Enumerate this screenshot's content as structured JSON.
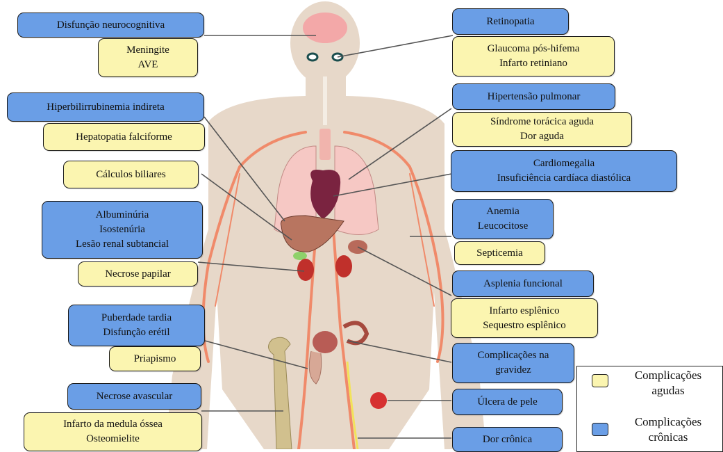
{
  "colors": {
    "chronic": "#6a9ee6",
    "acute": "#fbf5b0",
    "body": "#e7d8c9",
    "vessels": "#f08a6a",
    "organs": "#c98a7a"
  },
  "labels": {
    "disfuncao_neurocognitiva": "Disfunção neurocognitiva",
    "meningite_ave": "Meningite\nAVE",
    "hiperbilirrubinemia": "Hiperbilirrubinemia indireta",
    "hepatopatia": "Hepatopatia falciforme",
    "calculos_biliares": "Cálculos biliares",
    "albuminuria": "Albuminúria\nIsostenúria\nLesão renal subtancial",
    "necrose_papilar": "Necrose papilar",
    "puberdade": "Puberdade tardia\nDisfunção erétil",
    "priapismo": "Priapismo",
    "necrose_avascular": "Necrose avascular",
    "infarto_medula": "Infarto da medula óssea\nOsteomielite",
    "retinopatia": "Retinopatia",
    "glaucoma": "Glaucoma pós-hifema\nInfarto retiniano",
    "hipertensao_pulmonar": "Hipertensão pulmonar",
    "sindrome_toracica": "Síndrome torácica aguda\nDor aguda",
    "cardiomegalia": "Cardiomegalia\nInsuficiência cardíaca diastólica",
    "anemia": "Anemia\nLeucocitose",
    "septicemia": "Septicemia",
    "asplenia": "Asplenia funcional",
    "infarto_esplenico": "Infarto esplênico\nSequestro esplênico",
    "gravidez": "Complicações na\ngravidez",
    "ulcera": "Úlcera de pele",
    "dor_cronica": "Dor crônica"
  },
  "legend": {
    "acute": "Complicações\nagudas",
    "chronic": "Complicações\ncrônicas"
  }
}
